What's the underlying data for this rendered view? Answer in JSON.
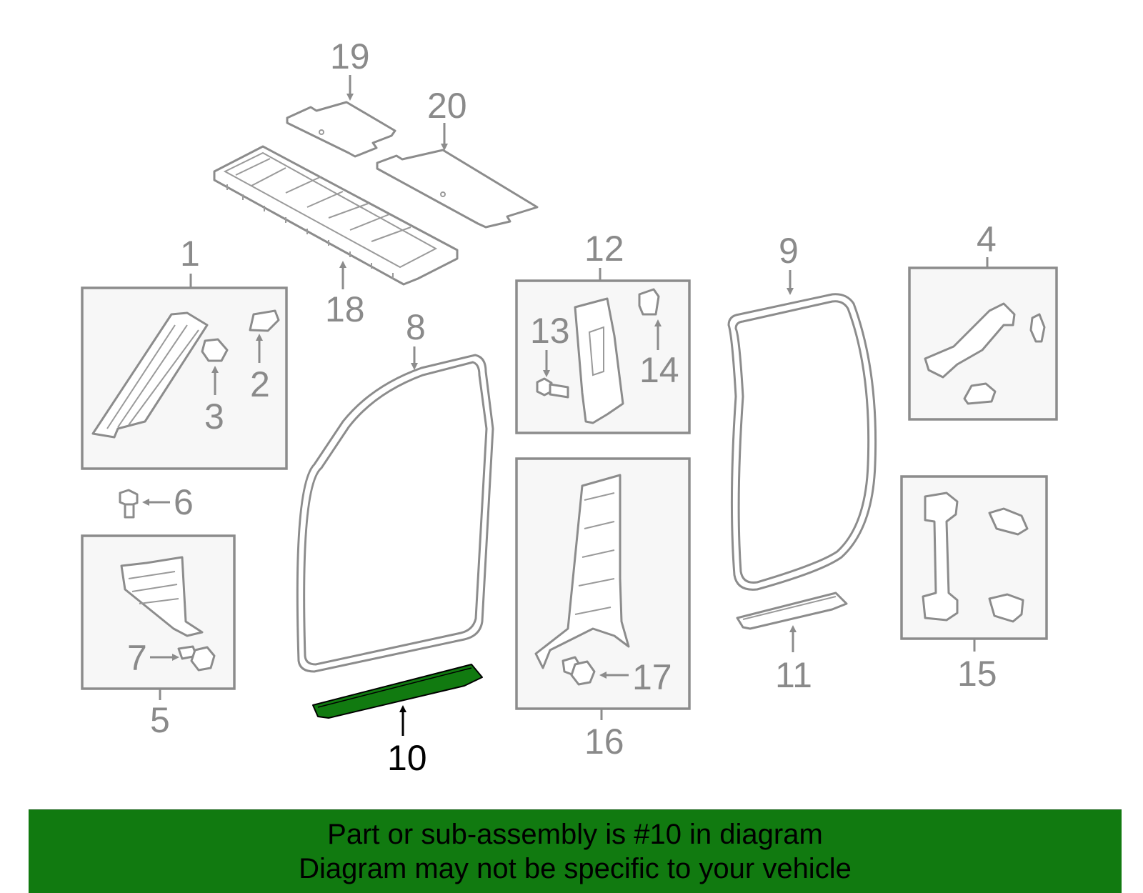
{
  "diagram": {
    "highlight_color": "#117a10",
    "highlighted_part": "10",
    "callouts": [
      "1",
      "2",
      "3",
      "4",
      "5",
      "6",
      "7",
      "8",
      "9",
      "10",
      "11",
      "12",
      "13",
      "14",
      "15",
      "16",
      "17",
      "18",
      "19",
      "20"
    ]
  },
  "banner": {
    "line1": "Part or sub-assembly is #10 in diagram",
    "line2": "Diagram may not be specific to your vehicle",
    "background": "#117a10"
  }
}
